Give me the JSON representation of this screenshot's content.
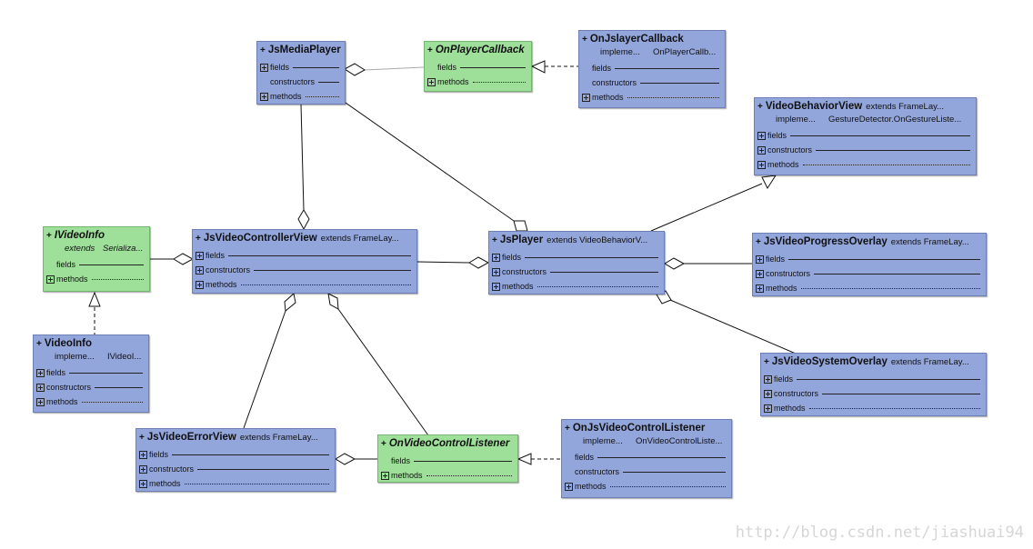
{
  "classes": {
    "jsmediaplayer": {
      "name": "JsMediaPlayer",
      "plus": "+",
      "rows": [
        "fields",
        "constructors",
        "methods"
      ]
    },
    "onplayercallback": {
      "name": "OnPlayerCallback",
      "plus": "+",
      "rows": [
        "fields",
        "methods"
      ]
    },
    "onjslayercallback": {
      "name": "OnJslayerCallback",
      "plus": "+",
      "implements_kw": "impleme...",
      "implements_target": "OnPlayerCallb...",
      "rows": [
        "fields",
        "constructors",
        "methods"
      ]
    },
    "videobehaviorview": {
      "name": "VideoBehaviorView",
      "plus": "+",
      "extends": "extends  FrameLay...",
      "implements_kw": "impleme...",
      "implements_target": "GestureDetector.OnGestureListe...",
      "rows": [
        "fields",
        "constructors",
        "methods"
      ]
    },
    "ivideoinfo": {
      "name": "IVideoInfo",
      "plus": "+",
      "extends_kw": "extends",
      "extends_target": "Serializa...",
      "rows": [
        "fields",
        "methods"
      ]
    },
    "jsvideocontrollerview": {
      "name": "JsVideoControllerView",
      "plus": "+",
      "extends": "extends  FrameLay...",
      "rows": [
        "fields",
        "constructors",
        "methods"
      ]
    },
    "jsplayer": {
      "name": "JsPlayer",
      "plus": "+",
      "extends": "extends  VideoBehaviorV...",
      "rows": [
        "fields",
        "constructors",
        "methods"
      ]
    },
    "jsvideoprogressoverlay": {
      "name": "JsVideoProgressOverlay",
      "plus": "+",
      "extends": "extends  FrameLay...",
      "rows": [
        "fields",
        "constructors",
        "methods"
      ]
    },
    "videoinfo": {
      "name": "VideoInfo",
      "plus": "+",
      "implements_kw": "impleme...",
      "implements_target": "IVideoI...",
      "rows": [
        "fields",
        "constructors",
        "methods"
      ]
    },
    "jsvideosystemoverlay": {
      "name": "JsVideoSystemOverlay",
      "plus": "+",
      "extends": "extends  FrameLay...",
      "rows": [
        "fields",
        "constructors",
        "methods"
      ]
    },
    "jsvideoerrorview": {
      "name": "JsVideoErrorView",
      "plus": "+",
      "extends": "extends  FrameLay...",
      "rows": [
        "fields",
        "constructors",
        "methods"
      ]
    },
    "onvideocontrollistener": {
      "name": "OnVideoControlListener",
      "plus": "+",
      "rows": [
        "fields",
        "methods"
      ]
    },
    "onjsvideocontrollistener": {
      "name": "OnJsVideoControlListener",
      "plus": "+",
      "implements_kw": "impleme...",
      "implements_target": "OnVideoControlListe...",
      "rows": [
        "fields",
        "constructors",
        "methods"
      ]
    }
  },
  "watermark": "http://blog.csdn.net/jiashuai94",
  "colors": {
    "class_fill": "#93a6dc",
    "interface_fill": "#9ee09a",
    "edge": "#111111"
  }
}
